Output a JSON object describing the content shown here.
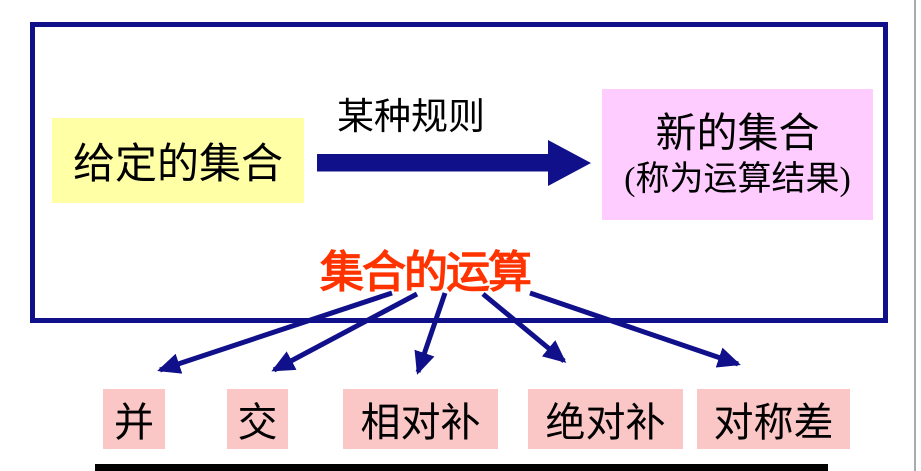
{
  "colors": {
    "navy": "#10108A",
    "yellow_fill": "#FFFFA6",
    "magenta_fill": "#FFCCFF",
    "pink_fill": "#FAC6C6",
    "red_text": "#FF3300",
    "gray_edge_line": "#ABABAB",
    "bottom_bar": "#000000"
  },
  "diagram": {
    "source_box": "给定的集合",
    "rule_label": "某种规则",
    "result_line1": "新的集合",
    "result_line2": "(称为运算结果)",
    "title": "集合的运算",
    "operations": [
      {
        "label": "并"
      },
      {
        "label": "交"
      },
      {
        "label": "相对补"
      },
      {
        "label": "绝对补"
      },
      {
        "label": "对称差"
      }
    ]
  }
}
